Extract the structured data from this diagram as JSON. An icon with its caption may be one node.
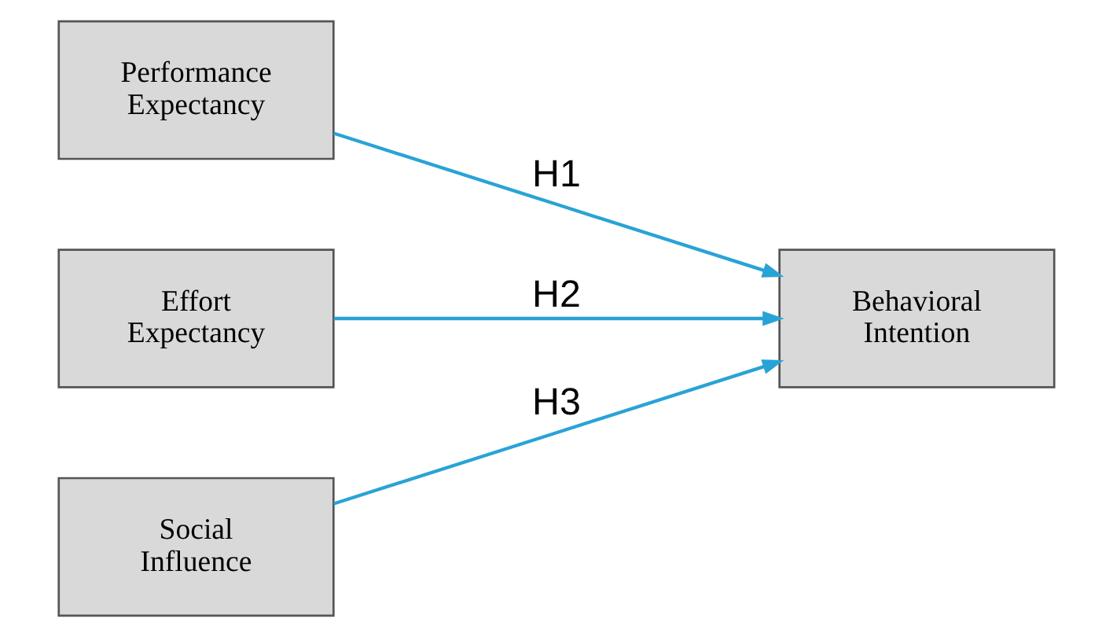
{
  "diagram": {
    "nodes": [
      {
        "text": [
          "Performance Expectancy"
        ]
      },
      {
        "text": [
          "Effort Expectancy"
        ]
      },
      {
        "text": [
          "Social Influence"
        ]
      },
      {
        "text": [
          "Behavioral Intention"
        ]
      }
    ],
    "edges": [
      {
        "from": 0,
        "to": 3,
        "arrow": "to",
        "label": "H1"
      },
      {
        "from": 1,
        "to": 3,
        "arrow": "to",
        "label": "H2"
      },
      {
        "from": 2,
        "to": 3,
        "arrow": "to",
        "label": "H3"
      }
    ]
  }
}
